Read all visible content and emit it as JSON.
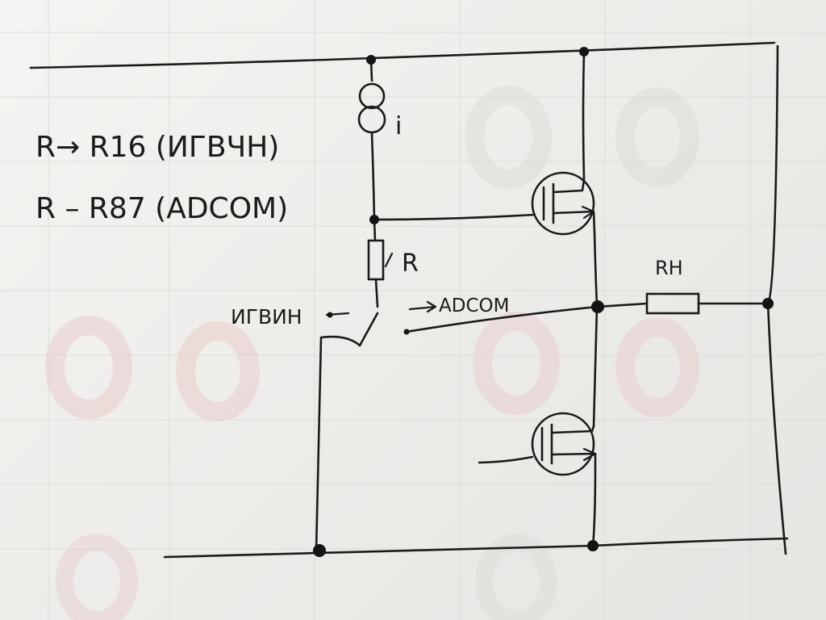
{
  "notes": {
    "line1": "R→ R16 (ИГВЧН)",
    "line2": "R – R87 (ADCOM)"
  },
  "labels": {
    "current_source": "i",
    "resistor": "R",
    "load": "RН",
    "switch_left": "ИГВИН",
    "switch_right": "ADCOM"
  },
  "colors": {
    "ink": "#1a1a1a",
    "paper": "#eeeeec",
    "bleed_through": "#e7c9c9"
  }
}
